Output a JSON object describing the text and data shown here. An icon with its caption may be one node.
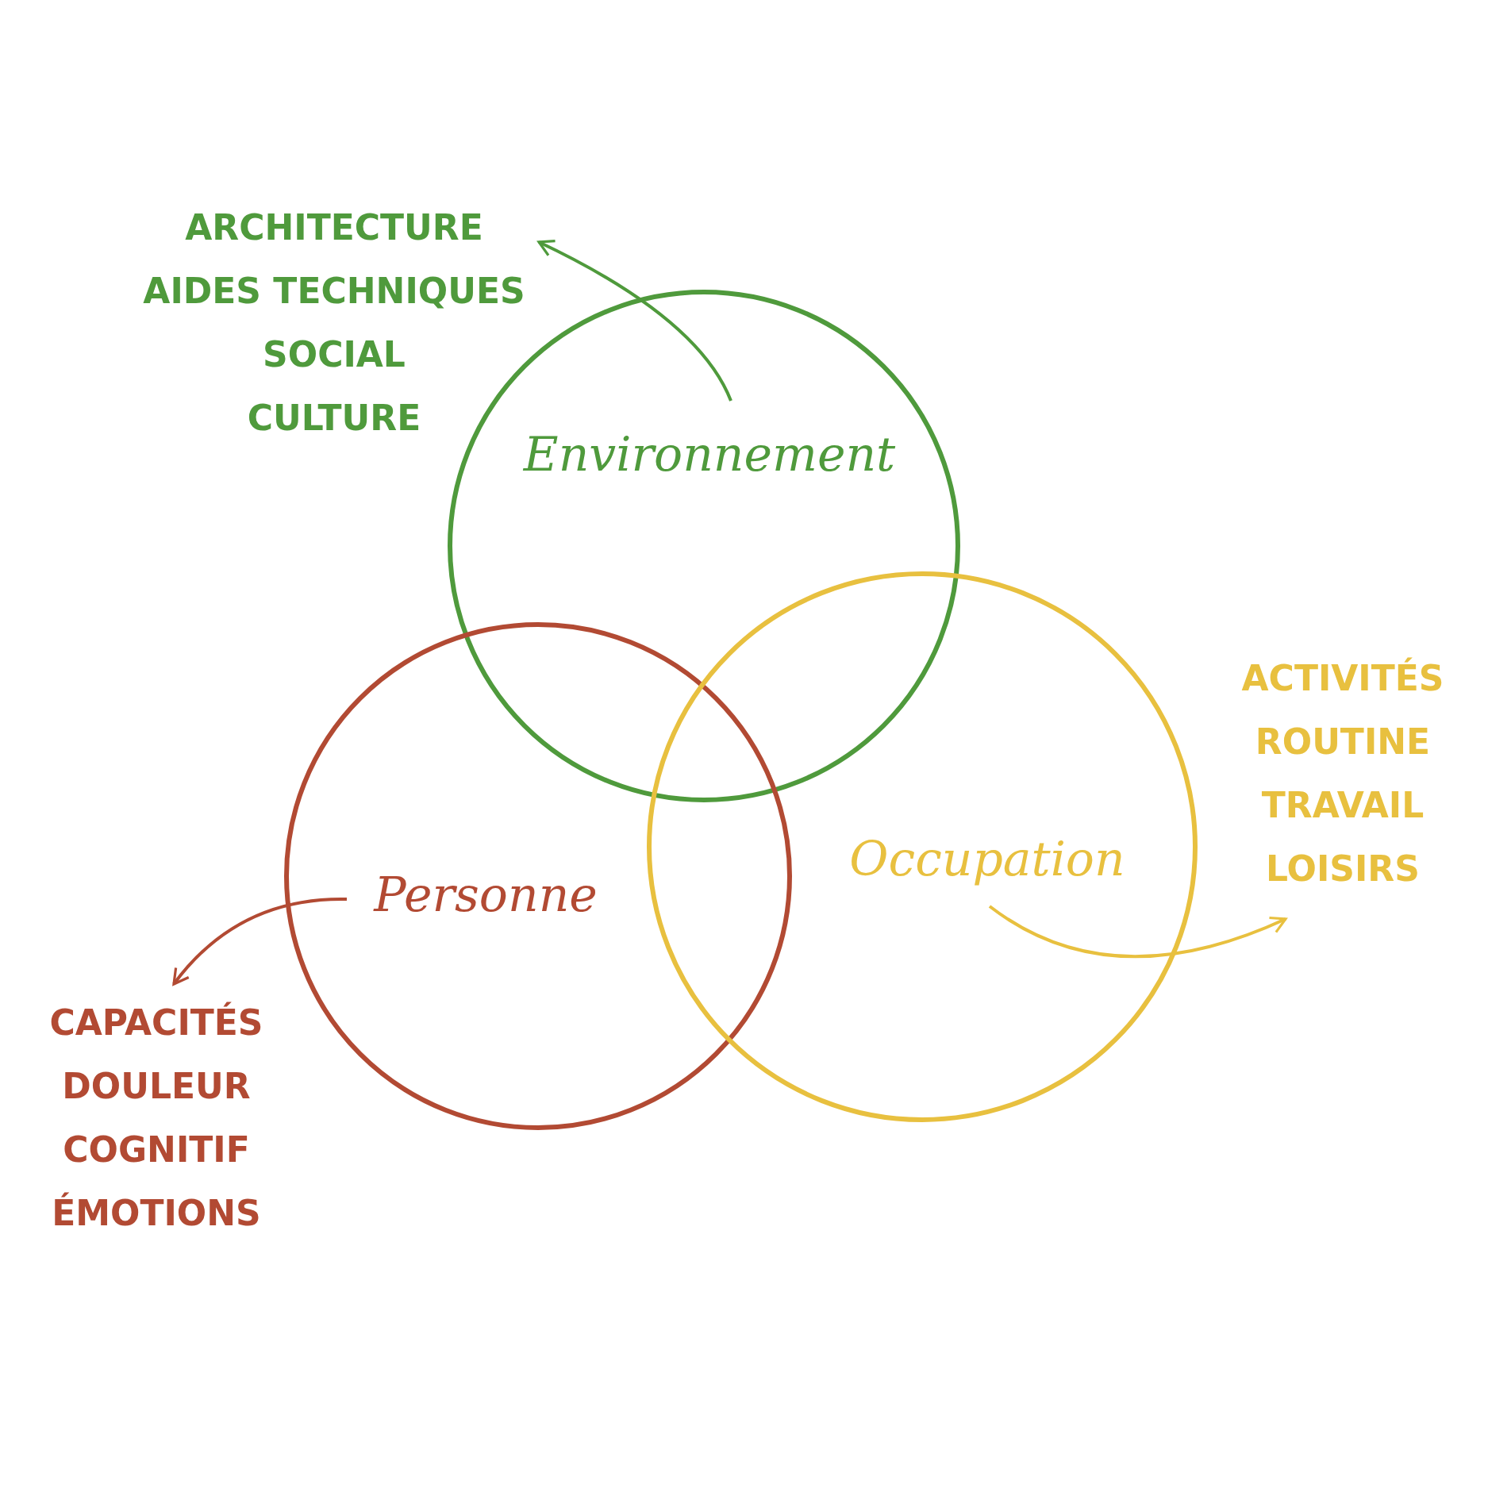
{
  "diagram": {
    "nodes": [
      {
        "text": [
          "ARCHITECTURE",
          "AIDES TECHNIQUES",
          "SOCIAL",
          "CULTURE"
        ]
      },
      {
        "text": [
          "Environnement"
        ]
      },
      {
        "text": [
          "Personne"
        ]
      },
      {
        "text": [
          "Occupation"
        ]
      },
      {
        "text": [
          "ACTIVITÉS",
          "ROUTINE",
          "TRAVAIL",
          "LOISIRS"
        ]
      },
      {
        "text": [
          "CAPACITÉS",
          "DOULEUR",
          "COGNITIF",
          "ÉMOTIONS"
        ]
      }
    ],
    "edges": [
      {
        "from": 1,
        "to": 0,
        "arrow": "to",
        "color": "#4f9a3c"
      },
      {
        "from": 2,
        "to": 5,
        "arrow": "to",
        "color": "#b24a33"
      },
      {
        "from": 3,
        "to": 4,
        "arrow": "to",
        "color": "#e8c03f"
      }
    ]
  }
}
